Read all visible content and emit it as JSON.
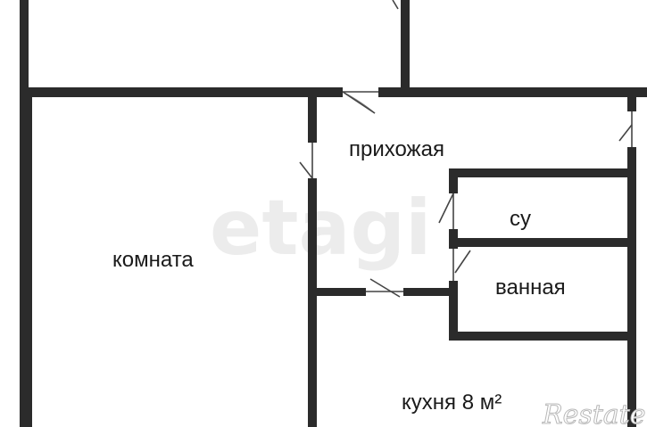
{
  "rooms": {
    "hallway": "прихожая",
    "room": "комната",
    "toilet": "су",
    "bathroom": "ванная",
    "kitchen": "кухня 8 м²"
  },
  "watermarks": {
    "center": "etagi",
    "corner": "Restate"
  }
}
